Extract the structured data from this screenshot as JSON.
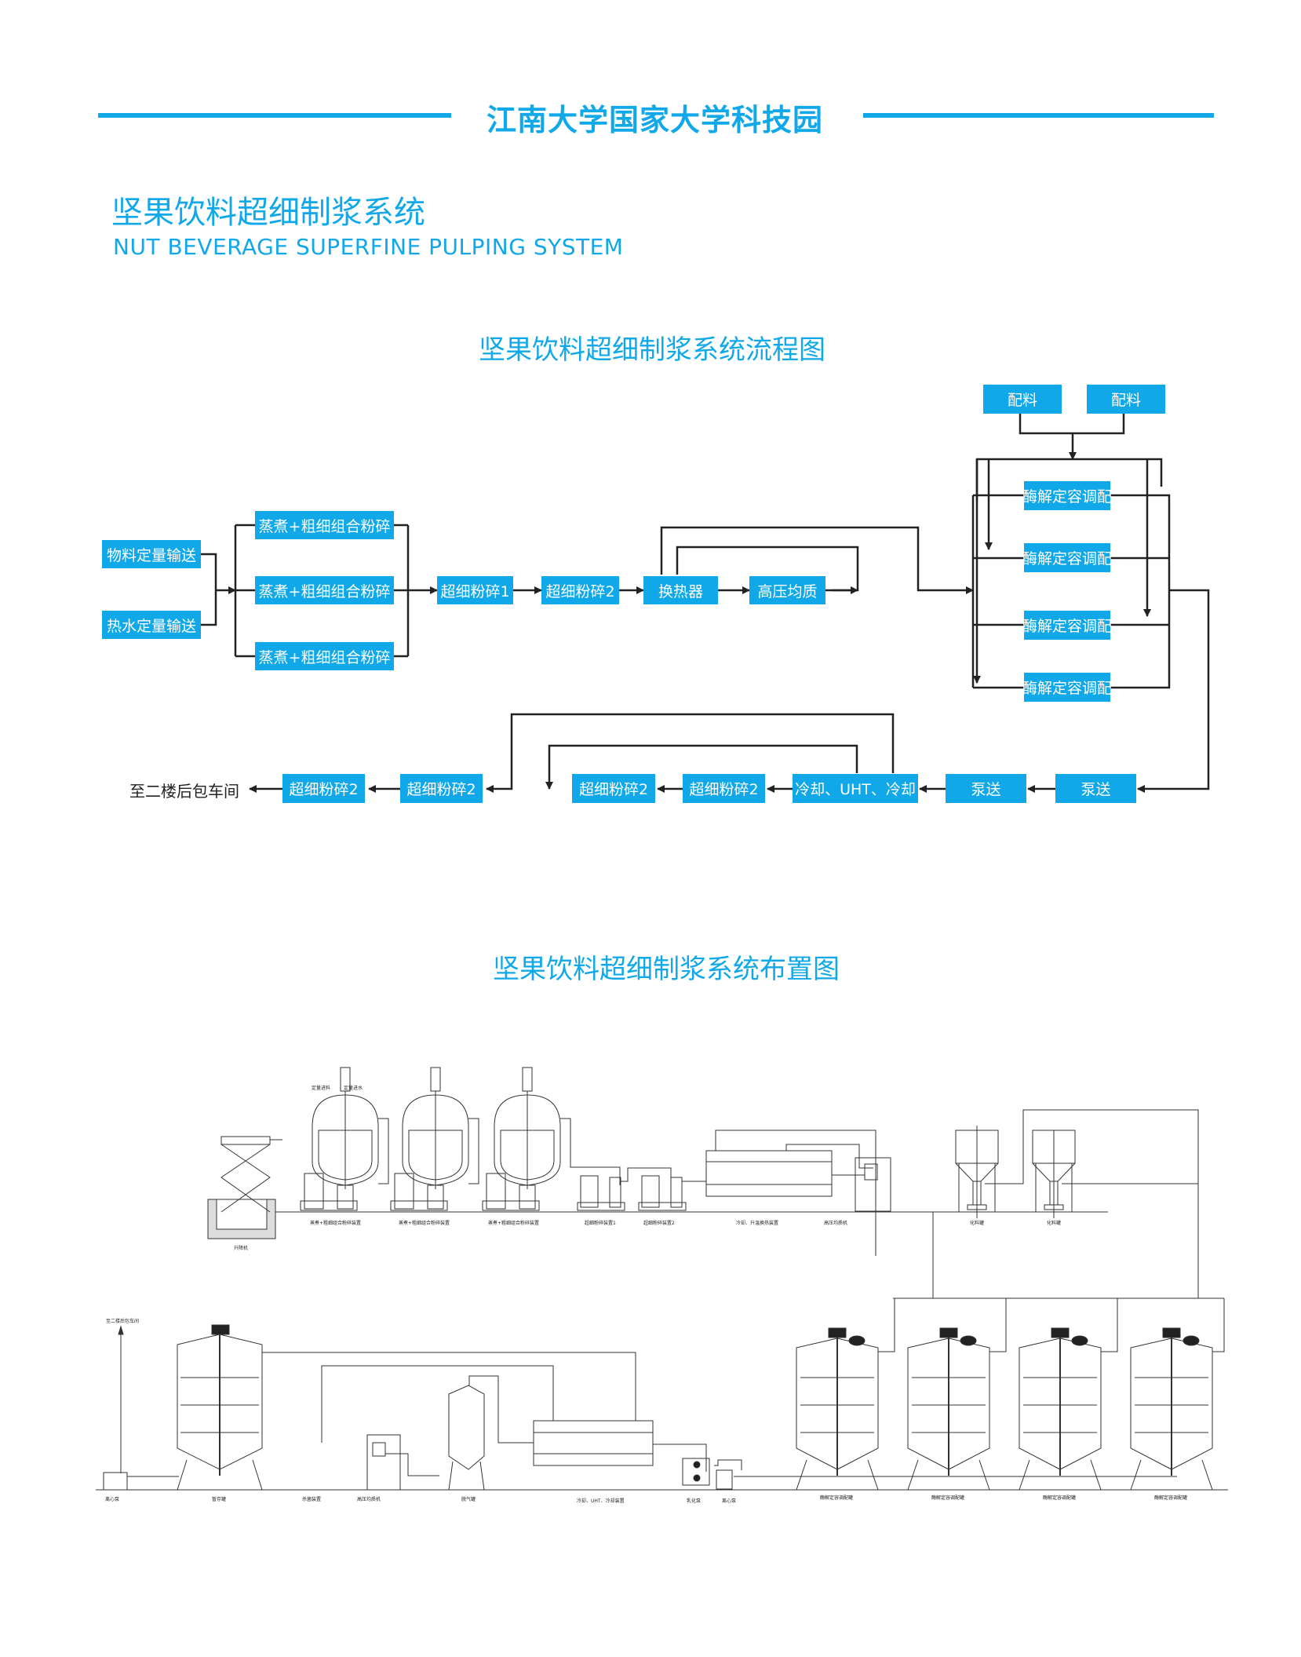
{
  "header": {
    "org_title": "江南大学国家大学科技园",
    "accent_color": "#10a8e8"
  },
  "page": {
    "title_cn": "坚果饮料超细制浆系统",
    "title_en": "NUT BEVERAGE SUPERFINE PULPING SYSTEM"
  },
  "flowchart": {
    "title": "坚果饮料超细制浆系统流程图",
    "inputs": [
      "物料定量输送",
      "热水定量输送"
    ],
    "cooking_units": [
      "蒸煮+粗细组合粉碎",
      "蒸煮+粗细组合粉碎",
      "蒸煮+粗细组合粉碎"
    ],
    "row1": [
      "超细粉碎1",
      "超细粉碎2",
      "换热器",
      "高压均质"
    ],
    "batching": [
      "配料",
      "配料"
    ],
    "enzyme_tanks": [
      "酶解定容调配",
      "酶解定容调配",
      "酶解定容调配",
      "酶解定容调配"
    ],
    "row3_right_to_left": [
      "泵送",
      "泵送",
      "冷却、UHT、冷却",
      "超细粉碎2",
      "超细粉碎2",
      "超细粉碎2",
      "超细粉碎2"
    ],
    "destination": "至二楼后包车间"
  },
  "layout": {
    "title": "坚果饮料超细制浆系统布置图",
    "upper_labels": [
      "升降机",
      "蒸煮+粗细组合粉碎装置",
      "蒸煮+粗细组合粉碎装置",
      "蒸煮+粗细组合粉碎装置",
      "超细粉碎装置1",
      "超细粉碎装置2",
      "冷却、升温换热装置",
      "高压均质机",
      "化料罐",
      "化料罐"
    ],
    "upper_annotations": [
      "定量进料",
      "定量进水"
    ],
    "lower_labels": [
      "离心泵",
      "暂存罐",
      "杀菌装置",
      "高压均质机",
      "脱气罐",
      "冷却、UHT、冷却装置",
      "乳化泵",
      "离心泵",
      "酶解定容调配罐",
      "酶解定容调配罐",
      "酶解定容调配罐",
      "酶解定容调配罐"
    ],
    "outlet_label": "至二楼后包车间"
  }
}
